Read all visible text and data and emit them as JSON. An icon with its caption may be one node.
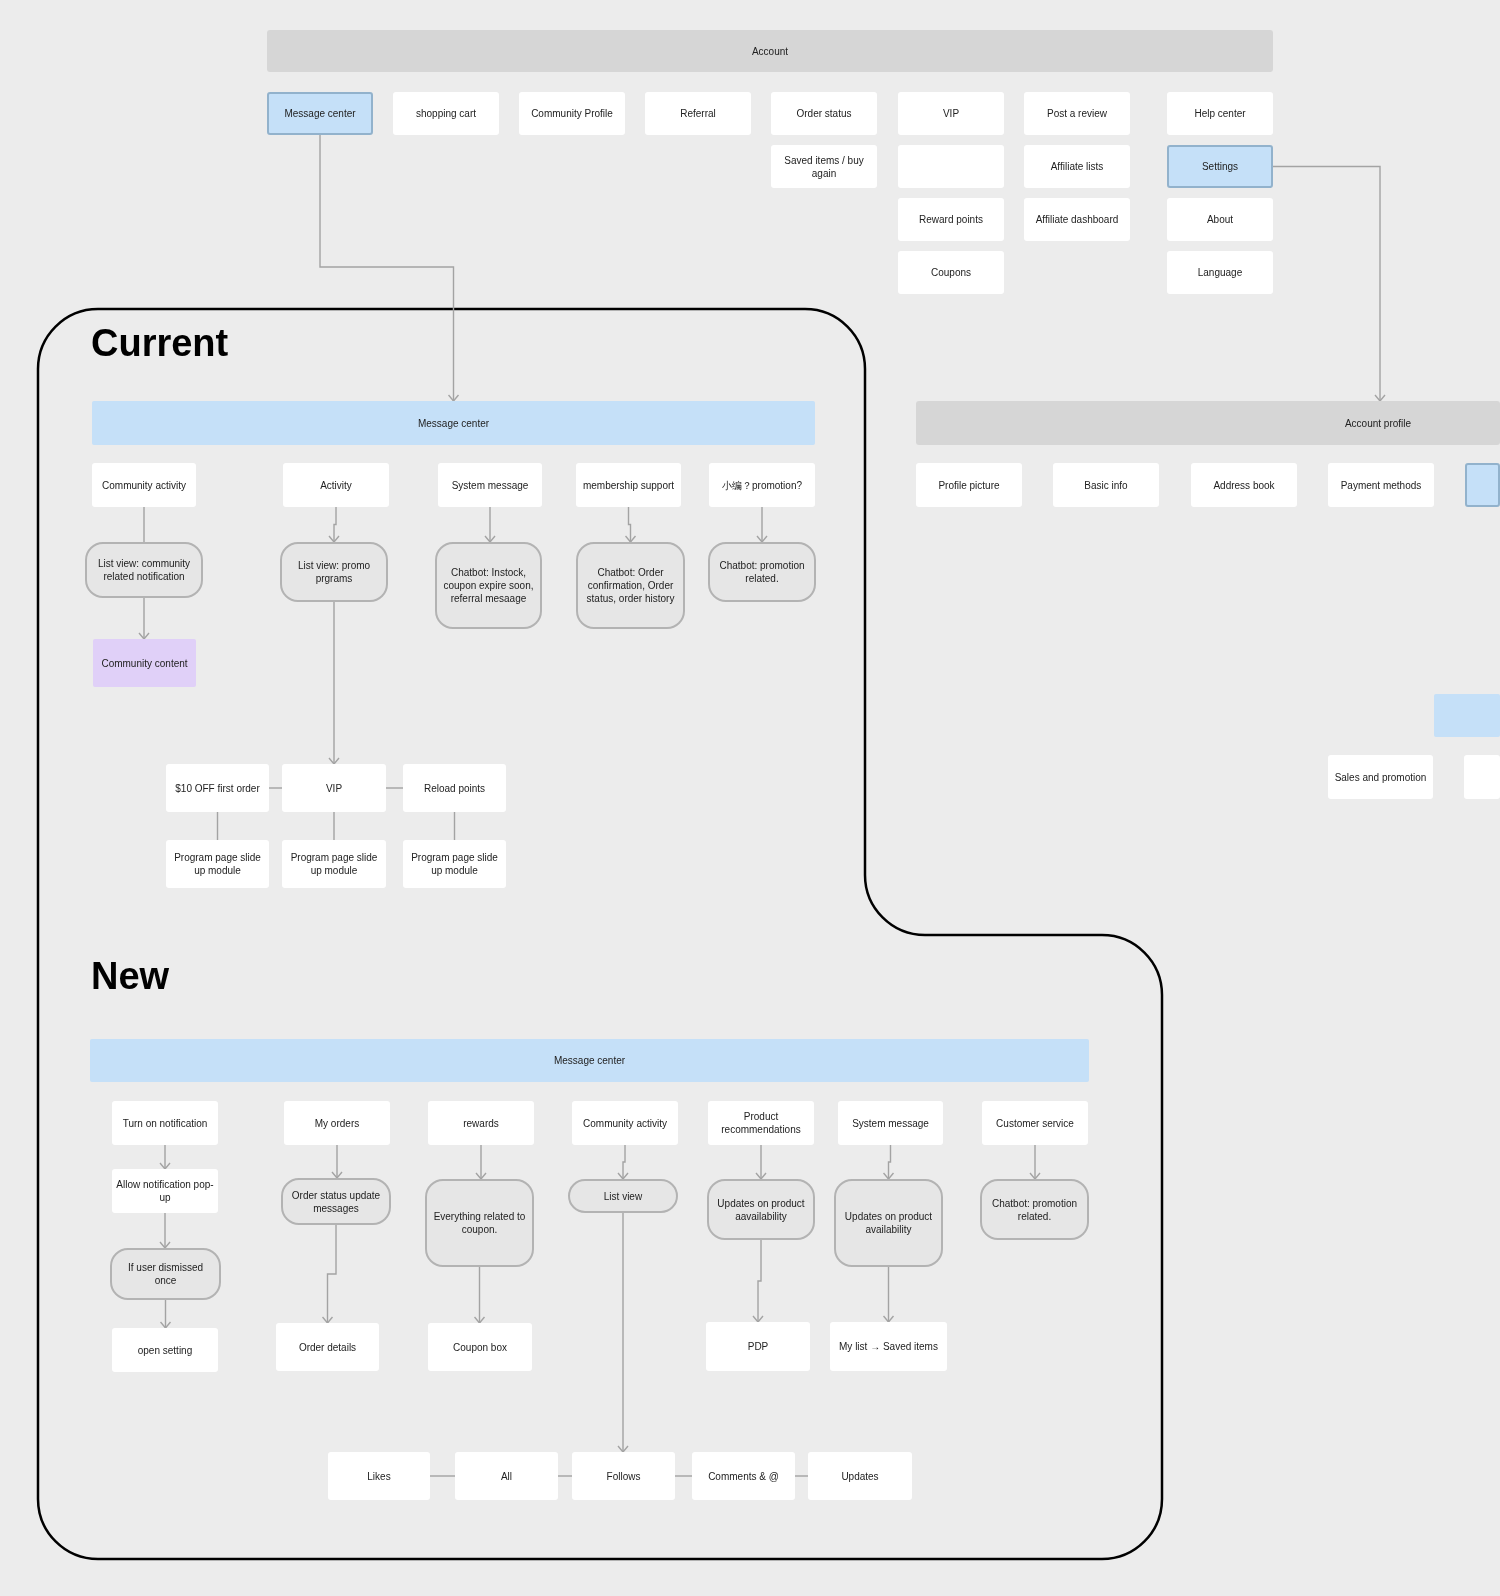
{
  "diagram": {
    "nodes": [
      {
        "text": [
          "Account"
        ]
      },
      {
        "text": [
          "Message center"
        ]
      },
      {
        "text": [
          "shopping cart"
        ]
      },
      {
        "text": [
          "Community Profile"
        ]
      },
      {
        "text": [
          "Referral"
        ]
      },
      {
        "text": [
          "Order status"
        ]
      },
      {
        "text": [
          "Saved items / buy again"
        ]
      },
      {
        "text": [
          "VIP"
        ]
      },
      {
        "text": [],
        "shape": "box"
      },
      {
        "text": [
          "Reward points"
        ]
      },
      {
        "text": [
          "Coupons"
        ]
      },
      {
        "text": [
          "Post a review"
        ]
      },
      {
        "text": [
          "Affiliate lists"
        ]
      },
      {
        "text": [
          "Affiliate dashboard"
        ]
      },
      {
        "text": [
          "Help center"
        ]
      },
      {
        "text": [
          "Settings"
        ]
      },
      {
        "text": [
          "About"
        ]
      },
      {
        "text": [
          "Language"
        ]
      },
      {
        "text": [
          "Message center"
        ]
      },
      {
        "text": [
          "Community activity"
        ]
      },
      {
        "text": [
          "Activity"
        ]
      },
      {
        "text": [
          "System message"
        ]
      },
      {
        "text": [
          "membership support"
        ]
      },
      {
        "text": [
          "小编？promotion?"
        ]
      },
      {
        "text": [
          "List view: community related notification"
        ]
      },
      {
        "text": [
          "List view: promo prgrams"
        ]
      },
      {
        "text": [
          "Chatbot: Instock, coupon expire soon, referral mesaage"
        ]
      },
      {
        "text": [
          "Chatbot: Order confirmation, Order status, order history"
        ]
      },
      {
        "text": [
          "Chatbot: promotion related."
        ]
      },
      {
        "text": [
          "Community content"
        ]
      },
      {
        "text": [
          "$10 OFF first order"
        ]
      },
      {
        "text": [
          "VIP"
        ]
      },
      {
        "text": [
          "Reload points"
        ]
      },
      {
        "text": [
          "Program page slide up module"
        ]
      },
      {
        "text": [
          "Program page slide up module"
        ]
      },
      {
        "text": [
          "Program page slide up module"
        ]
      },
      {
        "text": [
          "Account profile"
        ]
      },
      {
        "text": [
          "Profile picture"
        ]
      },
      {
        "text": [
          "Basic info"
        ]
      },
      {
        "text": [
          "Address book"
        ]
      },
      {
        "text": [
          "Payment methods"
        ]
      },
      {
        "text": [],
        "shape": "box"
      },
      {
        "text": [],
        "shape": "box"
      },
      {
        "text": [
          "Sales and promotion"
        ]
      },
      {
        "text": [],
        "shape": "box"
      },
      {
        "text": [
          "Message center"
        ]
      },
      {
        "text": [
          "Turn on notification"
        ]
      },
      {
        "text": [
          "My orders"
        ]
      },
      {
        "text": [
          "rewards"
        ]
      },
      {
        "text": [
          "Community activity"
        ]
      },
      {
        "text": [
          "Product recommendations"
        ]
      },
      {
        "text": [
          "System message"
        ]
      },
      {
        "text": [
          "Customer service"
        ]
      },
      {
        "text": [
          "Allow notification pop-up"
        ]
      },
      {
        "text": [
          "If user dismissed once"
        ]
      },
      {
        "text": [
          "open setting"
        ]
      },
      {
        "text": [
          "Order status update messages"
        ]
      },
      {
        "text": [
          "Order details"
        ]
      },
      {
        "text": [
          "Everything related to coupon."
        ]
      },
      {
        "text": [
          "Coupon box"
        ]
      },
      {
        "text": [
          "List view"
        ]
      },
      {
        "text": [
          "Updates on product aavailability"
        ]
      },
      {
        "text": [
          "PDP"
        ]
      },
      {
        "text": [
          "Updates on product availability"
        ]
      },
      {
        "text": [
          "My list → Saved items"
        ]
      },
      {
        "text": [
          "Chatbot: promotion related."
        ]
      },
      {
        "text": [
          "Likes"
        ]
      },
      {
        "text": [
          "All"
        ]
      },
      {
        "text": [
          "Follows"
        ]
      },
      {
        "text": [
          "Comments & @"
        ]
      },
      {
        "text": [
          "Updates"
        ]
      }
    ],
    "edges": [
      {
        "from": 1,
        "to": 18,
        "arrow": "to"
      },
      {
        "from": 15,
        "to": 36,
        "arrow": "to"
      },
      {
        "from": 19,
        "to": 24,
        "arrow": "none"
      },
      {
        "from": 24,
        "to": 29,
        "arrow": "to"
      },
      {
        "from": 20,
        "to": 25,
        "arrow": "to"
      },
      {
        "from": 21,
        "to": 26,
        "arrow": "to"
      },
      {
        "from": 22,
        "to": 27,
        "arrow": "to"
      },
      {
        "from": 23,
        "to": 28,
        "arrow": "to"
      },
      {
        "from": 25,
        "to": 31,
        "arrow": "to"
      },
      {
        "from": 30,
        "to": 31,
        "arrow": "none"
      },
      {
        "from": 31,
        "to": 32,
        "arrow": "none"
      },
      {
        "from": 30,
        "to": 33,
        "arrow": "none"
      },
      {
        "from": 31,
        "to": 34,
        "arrow": "none"
      },
      {
        "from": 32,
        "to": 35,
        "arrow": "none"
      },
      {
        "from": 46,
        "to": 53,
        "arrow": "to"
      },
      {
        "from": 53,
        "to": 54,
        "arrow": "to"
      },
      {
        "from": 54,
        "to": 55,
        "arrow": "to"
      },
      {
        "from": 47,
        "to": 56,
        "arrow": "to"
      },
      {
        "from": 56,
        "to": 57,
        "arrow": "to"
      },
      {
        "from": 48,
        "to": 58,
        "arrow": "to"
      },
      {
        "from": 58,
        "to": 59,
        "arrow": "to"
      },
      {
        "from": 49,
        "to": 60,
        "arrow": "to"
      },
      {
        "from": 60,
        "to": 68,
        "arrow": "to"
      },
      {
        "from": 50,
        "to": 61,
        "arrow": "to"
      },
      {
        "from": 61,
        "to": 62,
        "arrow": "to"
      },
      {
        "from": 51,
        "to": 63,
        "arrow": "to"
      },
      {
        "from": 63,
        "to": 64,
        "arrow": "to"
      },
      {
        "from": 52,
        "to": 65,
        "arrow": "to"
      },
      {
        "from": 66,
        "to": 67,
        "arrow": "none"
      },
      {
        "from": 67,
        "to": 68,
        "arrow": "none"
      },
      {
        "from": 68,
        "to": 69,
        "arrow": "none"
      },
      {
        "from": 69,
        "to": 70,
        "arrow": "none"
      }
    ],
    "labels": [
      "Current",
      "New"
    ]
  }
}
